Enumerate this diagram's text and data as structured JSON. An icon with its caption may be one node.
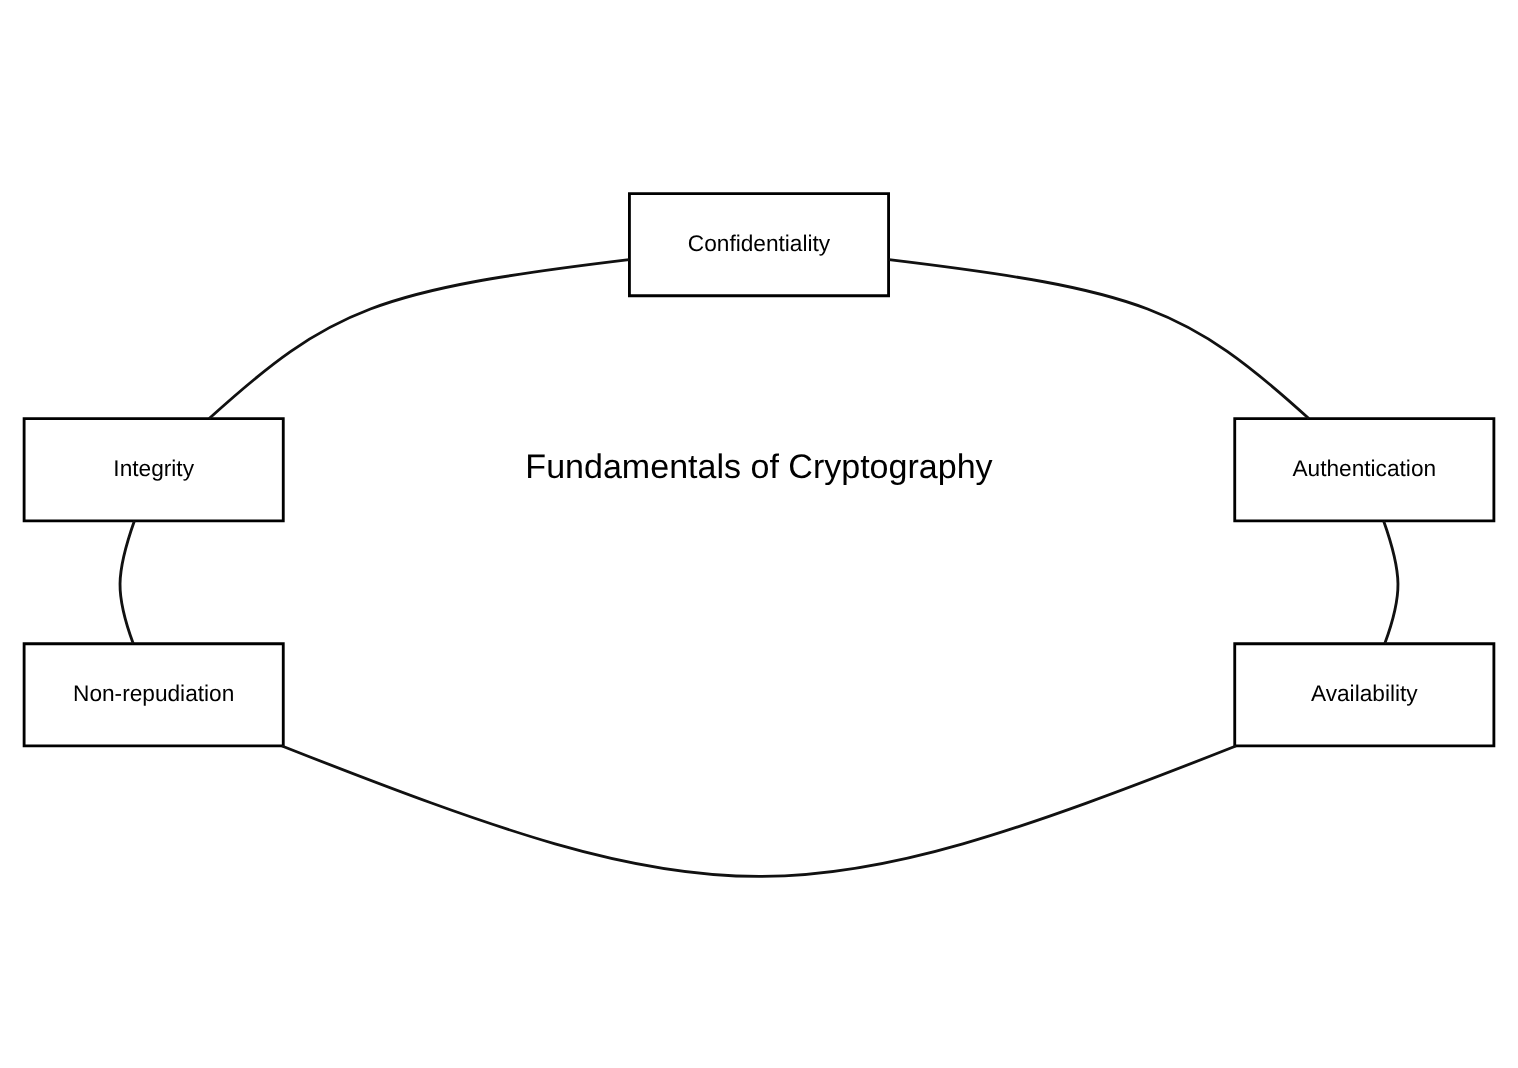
{
  "diagram": {
    "nodes": [
      {
        "text": [
          "Confidentiality"
        ]
      },
      {
        "text": [
          "Integrity"
        ]
      },
      {
        "text": [
          "Authentication"
        ]
      },
      {
        "text": [
          "Non-repudiation"
        ]
      },
      {
        "text": [
          "Availability"
        ]
      }
    ],
    "edges": [
      {
        "from": 0,
        "to": 2,
        "arrow": "none"
      },
      {
        "from": 2,
        "to": 4,
        "arrow": "none"
      },
      {
        "from": 3,
        "to": 4,
        "arrow": "none"
      },
      {
        "from": 1,
        "to": 3,
        "arrow": "none"
      },
      {
        "from": 0,
        "to": 1,
        "arrow": "none"
      }
    ],
    "labels": [
      "Fundamentals of Cryptography"
    ]
  }
}
